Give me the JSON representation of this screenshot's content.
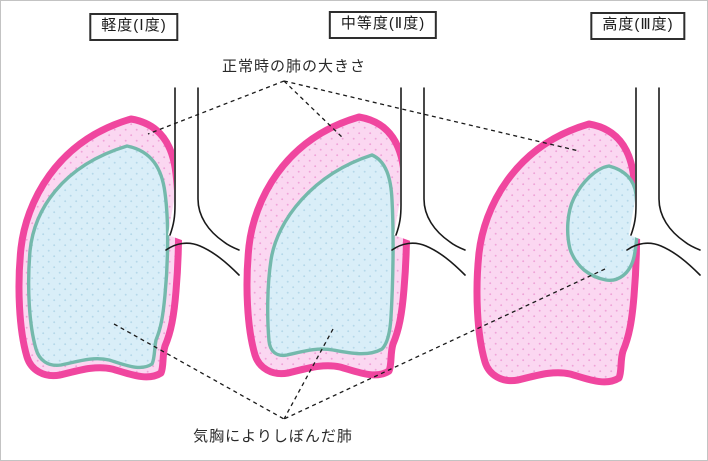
{
  "figure": {
    "title_boxes": [
      {
        "label": "軽度(Ⅰ度)"
      },
      {
        "label": "中等度(Ⅱ度)"
      },
      {
        "label": "高度(Ⅲ度)"
      }
    ],
    "annotations": {
      "normal_lung": "正常時の肺の大きさ",
      "collapsed_lung": "気胸によりしぼんだ肺"
    },
    "colors": {
      "outer_lung_stroke": "#F0469F",
      "outer_lung_fill": "#FBD7F1",
      "outer_lung_dot": "#EFA3D8",
      "collapsed_lung_stroke": "#74B9AC",
      "collapsed_lung_fill": "#D9EEF8",
      "collapsed_lung_dot": "#B5D8E9",
      "line": "#1A1A1A"
    }
  }
}
